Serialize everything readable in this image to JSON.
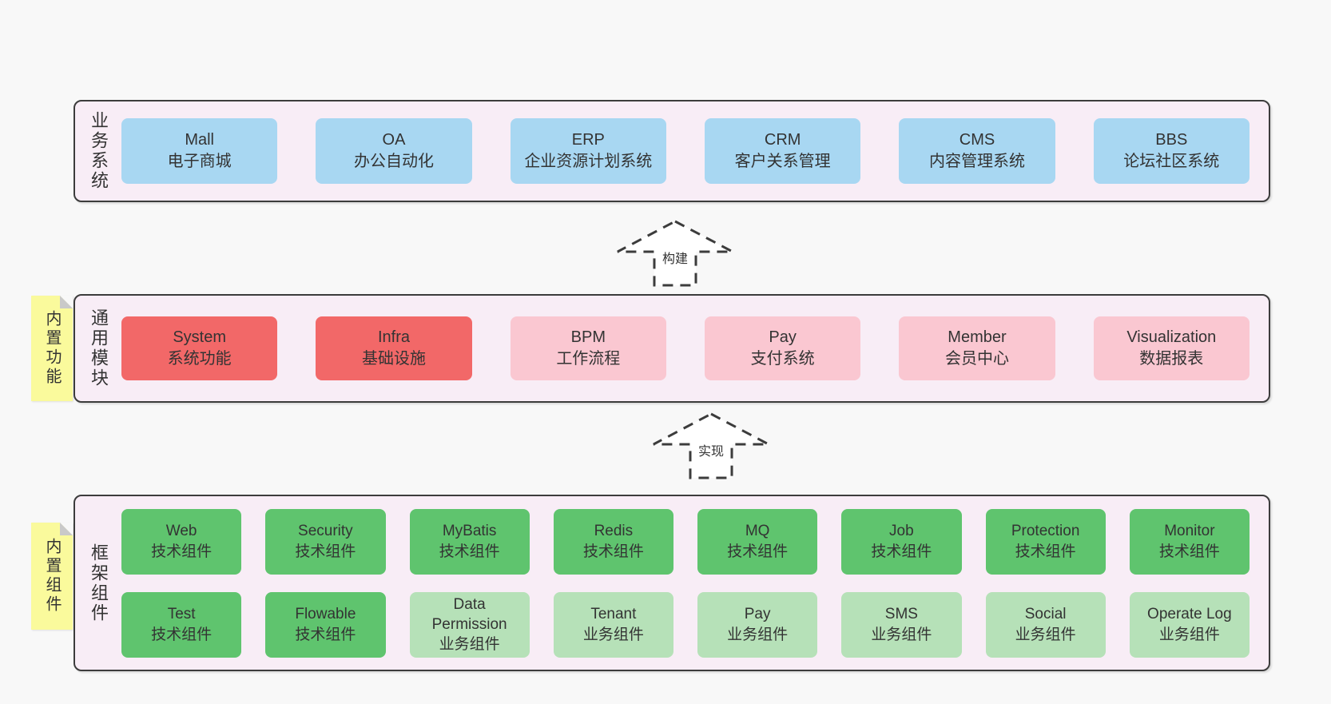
{
  "page": {
    "background": "#f8f8f8",
    "layer_background": "#f8edf6",
    "layer_border": "#3c3c3c",
    "text_color": "#333333"
  },
  "colors": {
    "blue": "#a8d7f2",
    "red": "#f26868",
    "pink": "#fac7d1",
    "green": "#5fc46e",
    "lightgreen": "#b6e1b8",
    "note_yellow": "#fafa9c",
    "note_fold_gray": "#c9c9c9"
  },
  "arrows": [
    {
      "label": "构建"
    },
    {
      "label": "实现"
    }
  ],
  "layers": [
    {
      "id": "business",
      "label": "业务系统",
      "note": null,
      "rows": [
        [
          {
            "title": "Mall",
            "subtitle": "电子商城",
            "variant": "blue"
          },
          {
            "title": "OA",
            "subtitle": "办公自动化",
            "variant": "blue"
          },
          {
            "title": "ERP",
            "subtitle": "企业资源计划系统",
            "variant": "blue"
          },
          {
            "title": "CRM",
            "subtitle": "客户关系管理",
            "variant": "blue"
          },
          {
            "title": "CMS",
            "subtitle": "内容管理系统",
            "variant": "blue"
          },
          {
            "title": "BBS",
            "subtitle": "论坛社区系统",
            "variant": "blue"
          }
        ]
      ]
    },
    {
      "id": "modules",
      "label": "通用模块",
      "note": "内置功能",
      "rows": [
        [
          {
            "title": "System",
            "subtitle": "系统功能",
            "variant": "red"
          },
          {
            "title": "Infra",
            "subtitle": "基础设施",
            "variant": "red"
          },
          {
            "title": "BPM",
            "subtitle": "工作流程",
            "variant": "pink"
          },
          {
            "title": "Pay",
            "subtitle": "支付系统",
            "variant": "pink"
          },
          {
            "title": "Member",
            "subtitle": "会员中心",
            "variant": "pink"
          },
          {
            "title": "Visualization",
            "subtitle": "数据报表",
            "variant": "pink"
          }
        ]
      ]
    },
    {
      "id": "components",
      "label": "框架组件",
      "note": "内置组件",
      "rows": [
        [
          {
            "title": "Web",
            "subtitle": "技术组件",
            "variant": "green"
          },
          {
            "title": "Security",
            "subtitle": "技术组件",
            "variant": "green"
          },
          {
            "title": "MyBatis",
            "subtitle": "技术组件",
            "variant": "green"
          },
          {
            "title": "Redis",
            "subtitle": "技术组件",
            "variant": "green"
          },
          {
            "title": "MQ",
            "subtitle": "技术组件",
            "variant": "green"
          },
          {
            "title": "Job",
            "subtitle": "技术组件",
            "variant": "green"
          },
          {
            "title": "Protection",
            "subtitle": "技术组件",
            "variant": "green"
          },
          {
            "title": "Monitor",
            "subtitle": "技术组件",
            "variant": "green"
          }
        ],
        [
          {
            "title": "Test",
            "subtitle": "技术组件",
            "variant": "green"
          },
          {
            "title": "Flowable",
            "subtitle": "技术组件",
            "variant": "green"
          },
          {
            "title": "Data Permission",
            "subtitle": "业务组件",
            "variant": "lightgreen"
          },
          {
            "title": "Tenant",
            "subtitle": "业务组件",
            "variant": "lightgreen"
          },
          {
            "title": "Pay",
            "subtitle": "业务组件",
            "variant": "lightgreen"
          },
          {
            "title": "SMS",
            "subtitle": "业务组件",
            "variant": "lightgreen"
          },
          {
            "title": "Social",
            "subtitle": "业务组件",
            "variant": "lightgreen"
          },
          {
            "title": "Operate Log",
            "subtitle": "业务组件",
            "variant": "lightgreen"
          }
        ]
      ]
    }
  ]
}
